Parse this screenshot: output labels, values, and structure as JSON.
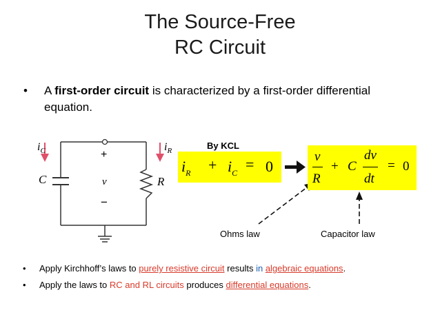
{
  "title": {
    "line1": "The Source-Free",
    "line2": "RC Circuit"
  },
  "bullet1": {
    "marker": "•",
    "prefix": "A ",
    "bold": "first-order circuit",
    "suffix": " is characterized by a first-order differential equation."
  },
  "circuit": {
    "ic_label": "i",
    "ic_sub": "C",
    "ir_label": "i",
    "ir_sub": "R",
    "c_label": "C",
    "r_label": "R",
    "v_label": "v",
    "plus": "+",
    "minus": "−"
  },
  "kcl_label": "By KCL",
  "equation1": {
    "i": "i",
    "r": "R",
    "plus": "+",
    "c": "C",
    "eq": "=",
    "zero": "0"
  },
  "equation2": {
    "v": "v",
    "R": "R",
    "plus": "+",
    "C": "C",
    "dv": "dv",
    "dt": "dt",
    "eq": "=",
    "zero": "0"
  },
  "ohms_law": "Ohms law",
  "capacitor_law": "Capacitor law",
  "bottom_bullets": [
    {
      "marker": "•",
      "p1": "Apply Kirchhoff’s laws to ",
      "p2": "purely resistive circuit",
      "p3": " results ",
      "p4": "in",
      "p5": " ",
      "p6": "algebraic equations",
      "p7": "."
    },
    {
      "marker": "•",
      "p1": "Apply the laws to ",
      "p2": "RC and RL circuits",
      "p3": " produces ",
      "p4": "differential equations",
      "p5": "."
    }
  ],
  "colors": {
    "highlight": "#ffff00",
    "accent_red": "#d83a2a",
    "accent_blue": "#1f5fb0",
    "arrow_pink": "#d8506a"
  }
}
